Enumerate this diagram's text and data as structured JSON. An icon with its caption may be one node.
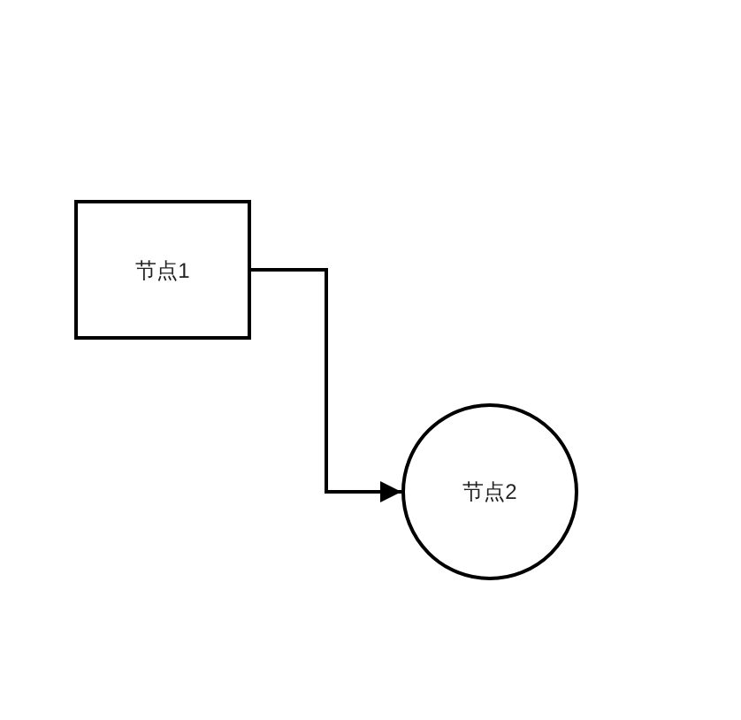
{
  "diagram": {
    "nodes": [
      {
        "text": [
          "节点1"
        ]
      },
      {
        "text": [
          "节点2"
        ]
      }
    ],
    "edges": [
      {
        "from": 0,
        "to": 1,
        "arrow": "to"
      }
    ]
  }
}
